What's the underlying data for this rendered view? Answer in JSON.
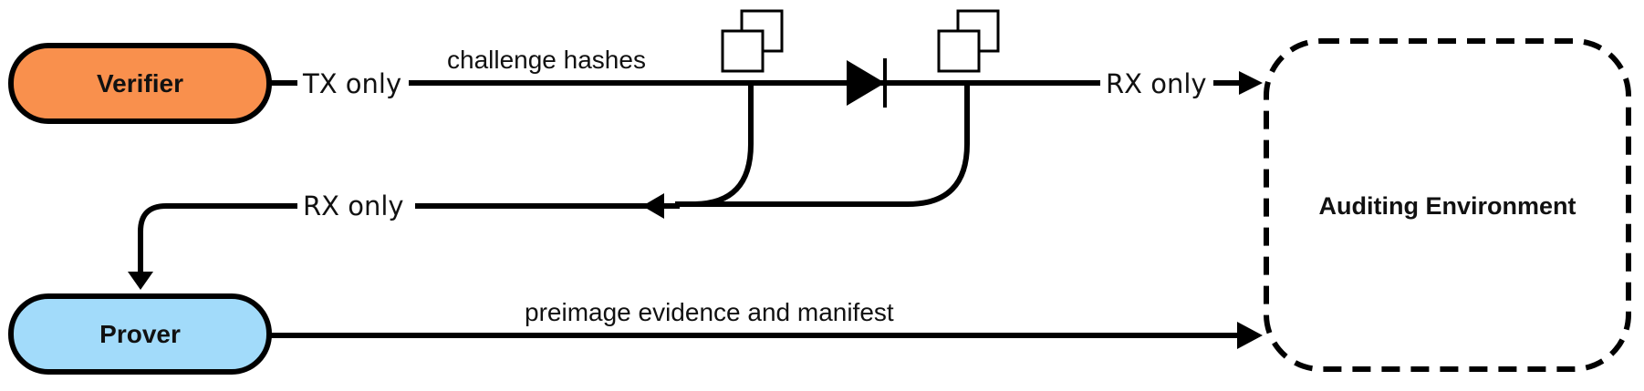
{
  "nodes": {
    "verifier": {
      "label": "Verifier",
      "fill": "#F9904D"
    },
    "prover": {
      "label": "Prover",
      "fill": "#A2DBFA"
    },
    "auditing": {
      "label": "Auditing Environment"
    }
  },
  "ports": {
    "verifier_tx": "TX only",
    "audit_rx": "RX only",
    "prover_rx": "RX only"
  },
  "edges": {
    "challenge": "challenge hashes",
    "evidence": "preimage evidence and manifest"
  },
  "colors": {
    "stroke": "#000000",
    "text": "#111111",
    "background": "#ffffff"
  },
  "icons": [
    "copy-icon",
    "copy-icon",
    "diode-icon"
  ]
}
